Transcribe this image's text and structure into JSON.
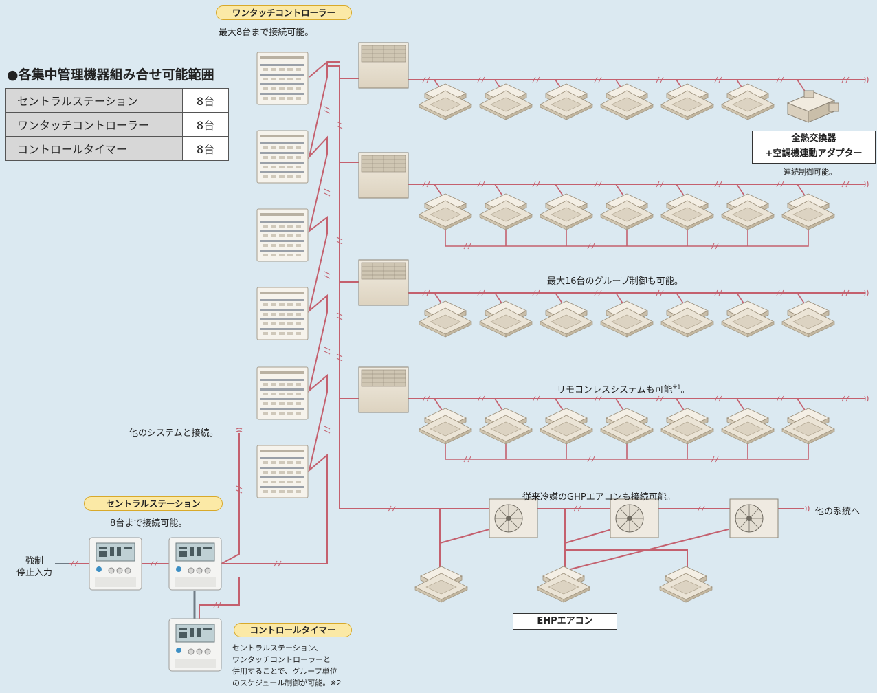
{
  "header": {
    "title": "●各集中管理機器組み合せ可能範囲"
  },
  "range_table": [
    {
      "device": "セントラルステーション",
      "count": "8台"
    },
    {
      "device": "ワンタッチコントローラー",
      "count": "8台"
    },
    {
      "device": "コントロールタイマー",
      "count": "8台"
    }
  ],
  "labels": {
    "onetouch_badge": "ワンタッチコントローラー",
    "onetouch_note": "最大8台まで接続可能。",
    "central_badge": "セントラルステーション",
    "central_note": "8台まで接続可能。",
    "timer_badge": "コントロールタイマー",
    "timer_note": [
      "セントラルステーション、",
      "ワンタッチコントローラーと",
      "併用することで、グループ単位",
      "のスケジュール制御が可能。※2"
    ],
    "other_system": "他のシステムと接続。",
    "forced_stop": [
      "強制",
      "停止入力"
    ],
    "erv_box": [
      "全熱交換器",
      "+空調機連動アダプター"
    ],
    "erv_note": "連続制御可能。",
    "group_note": "最大16台のグループ制御も可能。",
    "remoconless_note": "リモコンレスシステムも可能",
    "remoconless_sup": "※1",
    "remoconless_end": "。",
    "ghp_note": "従来冷媒のGHPエアコンも接続可能。",
    "other_line": "他の系統へ",
    "ehp_box": "EHPエアコン"
  },
  "colors": {
    "wire": "#c4606e",
    "background": "#dbe9f1",
    "badge": "#fbe9a6",
    "table_label": "#d7d7d7"
  }
}
